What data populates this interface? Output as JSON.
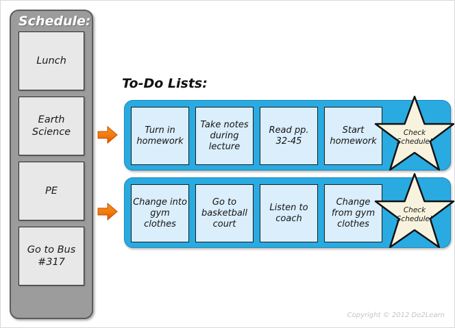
{
  "schedule": {
    "title": "Schedule:",
    "items": [
      {
        "label": "Lunch"
      },
      {
        "label": "Earth Science"
      },
      {
        "label": "PE"
      },
      {
        "label": "Go to Bus #317"
      }
    ]
  },
  "todo": {
    "heading": "To-Do Lists:",
    "rows": [
      {
        "source": "Earth Science",
        "arrow_icon": "arrow-right-icon",
        "cards": [
          {
            "label": "Turn in homework"
          },
          {
            "label": "Take notes during lecture"
          },
          {
            "label": "Read pp. 32-45"
          },
          {
            "label": "Start homework"
          }
        ],
        "badge": {
          "icon": "star-icon",
          "line1": "Check",
          "line2": "Schedule!"
        }
      },
      {
        "source": "PE",
        "arrow_icon": "arrow-right-icon",
        "cards": [
          {
            "label": "Change into gym clothes"
          },
          {
            "label": "Go to basketball court"
          },
          {
            "label": "Listen to coach"
          },
          {
            "label": "Change from gym clothes"
          }
        ],
        "badge": {
          "icon": "star-icon",
          "line1": "Check",
          "line2": "Schedule!"
        }
      }
    ]
  },
  "footer": {
    "copyright": "Copyright © 2012 Do2Learn"
  },
  "colors": {
    "schedule_panel": "#9C9C9C",
    "schedule_panel_border": "#5C5C5C",
    "schedule_item_fill": "#E8E8E8",
    "todo_row_fill": "#29ABE2",
    "todo_card_fill": "#DAEEFB",
    "arrow_orange_light": "#F7941E",
    "arrow_orange_dark": "#E1540A",
    "star_fill": "#F7F3DF",
    "copyright_text": "#C4C4C4"
  }
}
